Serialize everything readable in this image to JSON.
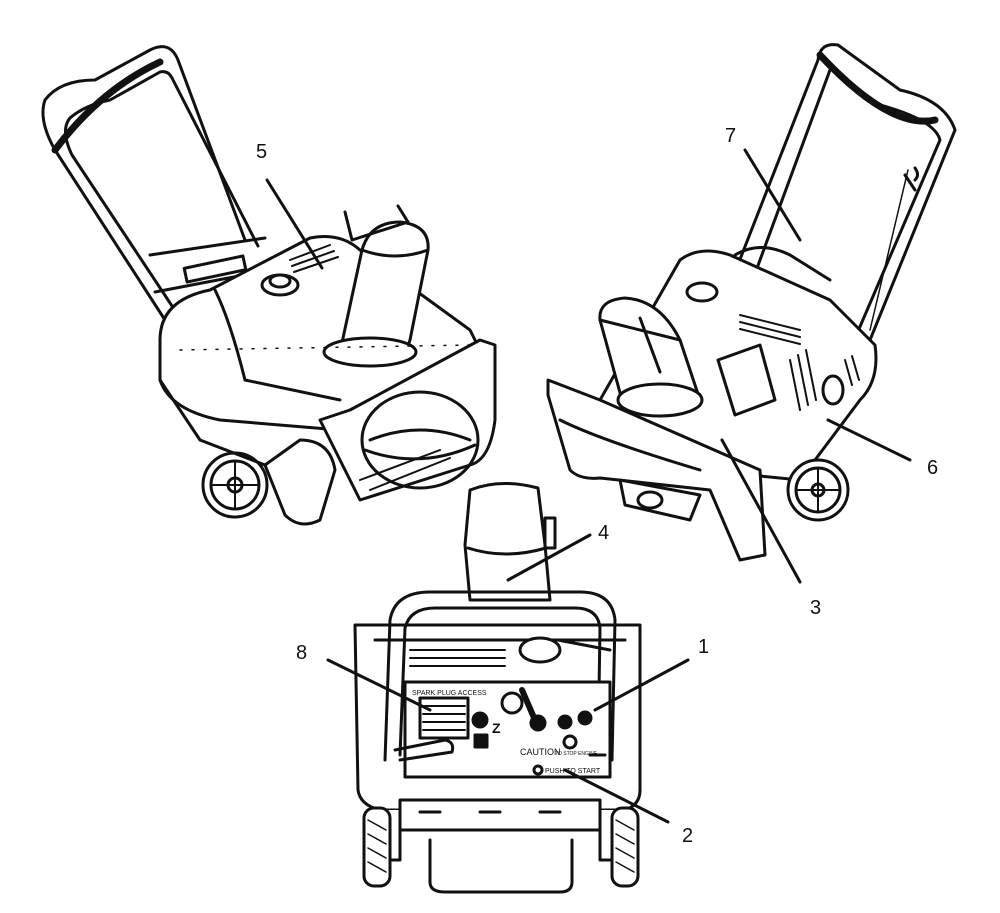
{
  "callouts": [
    {
      "id": "c1",
      "label": "1"
    },
    {
      "id": "c2",
      "label": "2"
    },
    {
      "id": "c3",
      "label": "3"
    },
    {
      "id": "c4",
      "label": "4"
    },
    {
      "id": "c5",
      "label": "5"
    },
    {
      "id": "c6",
      "label": "6"
    },
    {
      "id": "c7",
      "label": "7"
    },
    {
      "id": "c8",
      "label": "8"
    }
  ],
  "decals": {
    "spark_plug": "SPARK PLUG ACCESS",
    "caution": "CAUTION",
    "push_to_start": "PUSH TO START",
    "choke": "Z",
    "stop": "TO STOP ENGINE"
  },
  "colors": {
    "ink": "#111111",
    "paper": "#ffffff",
    "shade": "#e9e9e9"
  }
}
